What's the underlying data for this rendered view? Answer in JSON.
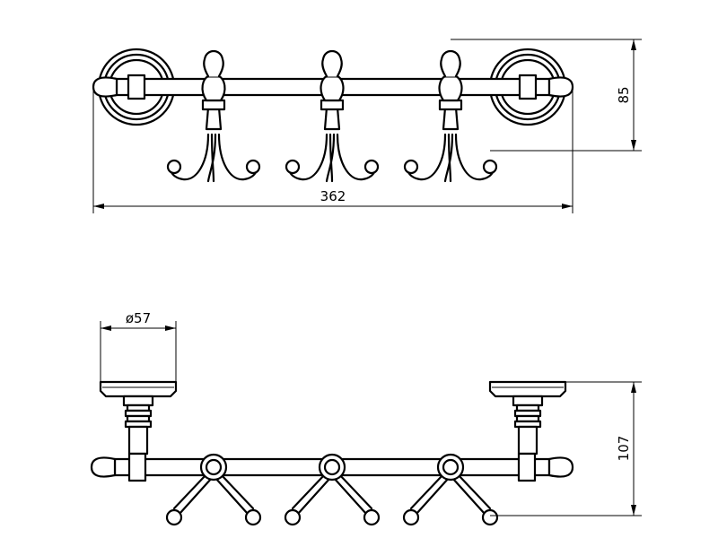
{
  "dimensions": {
    "width_label": "362",
    "height_top_label": "85",
    "diameter_label": "ø57",
    "depth_label": "107"
  },
  "views": {
    "front": "front-view",
    "top": "top-view"
  },
  "hook_count": 3
}
